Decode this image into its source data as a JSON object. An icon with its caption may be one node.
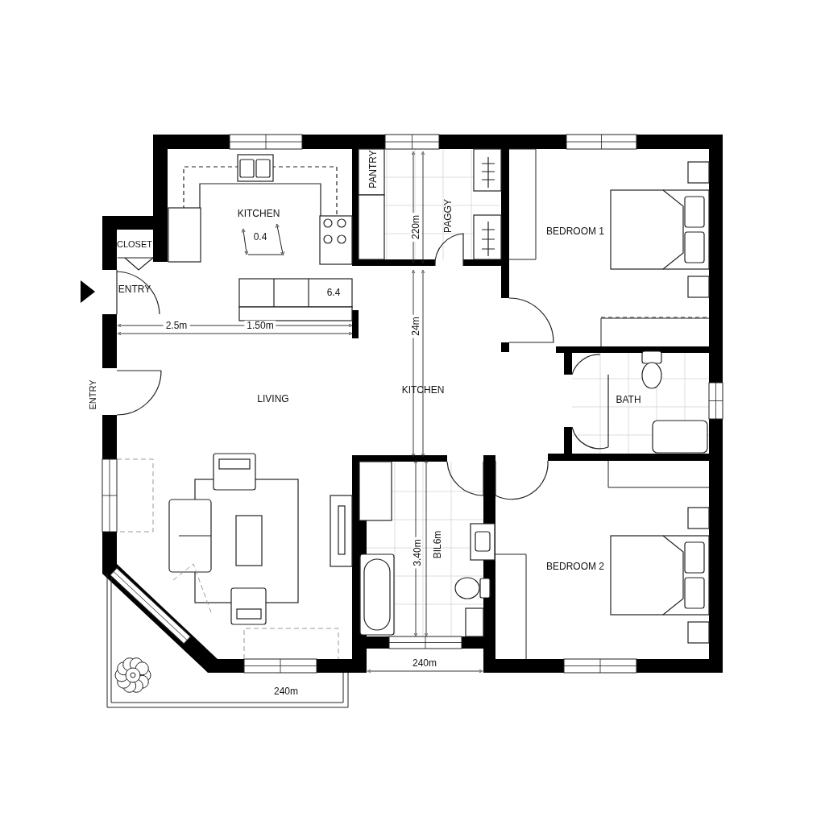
{
  "diagram": {
    "labels": [
      "PANTRY",
      "220m",
      "PAGGY",
      "KITCHEN",
      "BEDROOM 1",
      "CLOSET",
      "0.4",
      "ENTRY",
      "6.4",
      "24m",
      "2.5m",
      "1.50m",
      "ENTRY",
      "LIVING",
      "KITCHEN",
      "BATH",
      "3.40m",
      "BIL6m",
      "BEDROOM 2",
      "240m",
      "240m"
    ]
  }
}
